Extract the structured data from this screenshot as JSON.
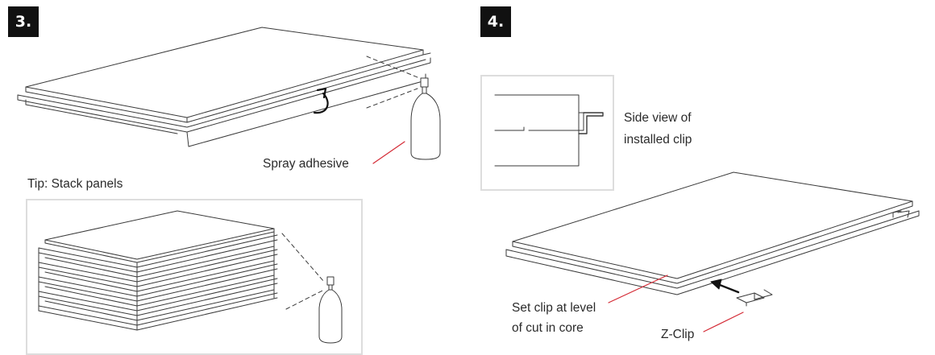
{
  "step3": {
    "badge": "3.",
    "spray_label": "Spray adhesive",
    "tip_label": "Tip: Stack panels"
  },
  "step4": {
    "badge": "4.",
    "side_view_label_line1": "Side view of",
    "side_view_label_line2": "installed clip",
    "set_clip_label_line1": "Set clip at level",
    "set_clip_label_line2": "of cut in core",
    "zclip_label": "Z-Clip"
  },
  "colors": {
    "leader": "#d42a35",
    "line": "#3a3a3a",
    "badge_bg": "#111111",
    "box_border": "#dddddd"
  }
}
